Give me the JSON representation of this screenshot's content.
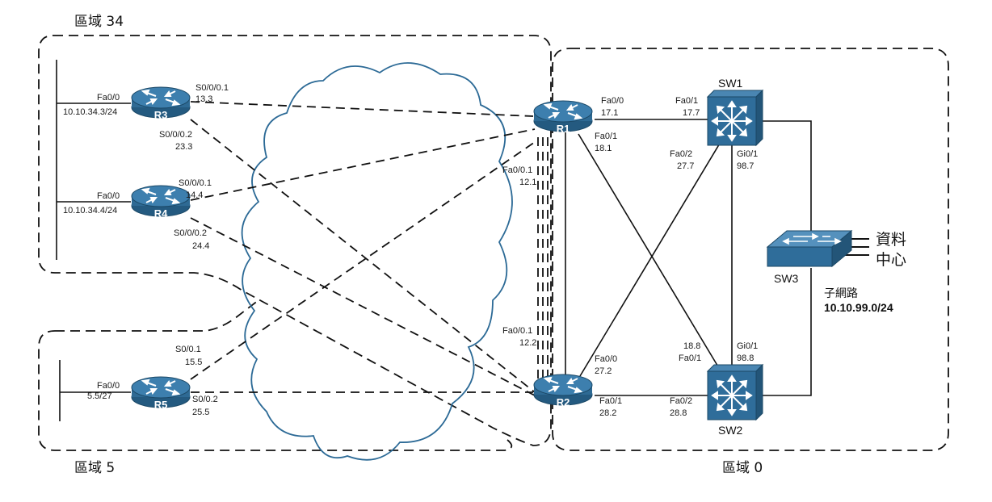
{
  "areas": {
    "area34": "區域 34",
    "area5": "區域 5",
    "area0": "區域 0"
  },
  "devices": {
    "r1": "R1",
    "r2": "R2",
    "r3": "R3",
    "r4": "R4",
    "r5": "R5",
    "sw1": "SW1",
    "sw2": "SW2",
    "sw3": "SW3"
  },
  "interfaces": {
    "r3_fa": "Fa0/0",
    "r3_lan": "10.10.34.3/24",
    "r3_s1": "S0/0/0.1",
    "r3_s1_ip": "13.3",
    "r3_s2": "S0/0/0.2",
    "r3_s2_ip": "23.3",
    "r4_fa": "Fa0/0",
    "r4_lan": "10.10.34.4/24",
    "r4_s1": "S0/0/0.1",
    "r4_s1_ip": "14.4",
    "r4_s2": "S0/0/0.2",
    "r4_s2_ip": "24.4",
    "r5_fa": "Fa0/0",
    "r5_lan": "5.5/27",
    "r5_s1": "S0/0.1",
    "r5_s1_ip": "15.5",
    "r5_s2": "S0/0.2",
    "r5_s2_ip": "25.5",
    "r1_f0": "Fa0/0",
    "r1_f0_ip": "17.1",
    "r1_f1": "Fa0/1",
    "r1_f1_ip": "18.1",
    "r1_s": "Fa0/0.1",
    "r1_s_ip": "12.1",
    "r2_s": "Fa0/0.1",
    "r2_s_ip": "12.2",
    "r2_f0": "Fa0/0",
    "r2_f0_ip": "27.2",
    "r2_f1": "Fa0/1",
    "r2_f1_ip": "28.2",
    "sw1_f1": "Fa0/1",
    "sw1_f1_ip": "17.7",
    "sw1_f2": "Fa0/2",
    "sw1_f2_ip": "27.7",
    "sw1_g": "Gi0/1",
    "sw1_g_ip": "98.7",
    "sw2_f1_ip": "18.8",
    "sw2_f1": "Fa0/1",
    "sw2_g": "Gi0/1",
    "sw2_g_ip": "98.8",
    "sw2_f2": "Fa0/2",
    "sw2_f2_ip": "28.8"
  },
  "datacenter": {
    "line1": "資料",
    "line2": "中心",
    "subnet_label": "子網路",
    "subnet": "10.10.99.0/24"
  },
  "colors": {
    "router_fill": "#2e6a94",
    "router_top": "#3d7fae",
    "cloud_stroke": "#2c6a96",
    "switch_fill": "#2f6d9a"
  }
}
